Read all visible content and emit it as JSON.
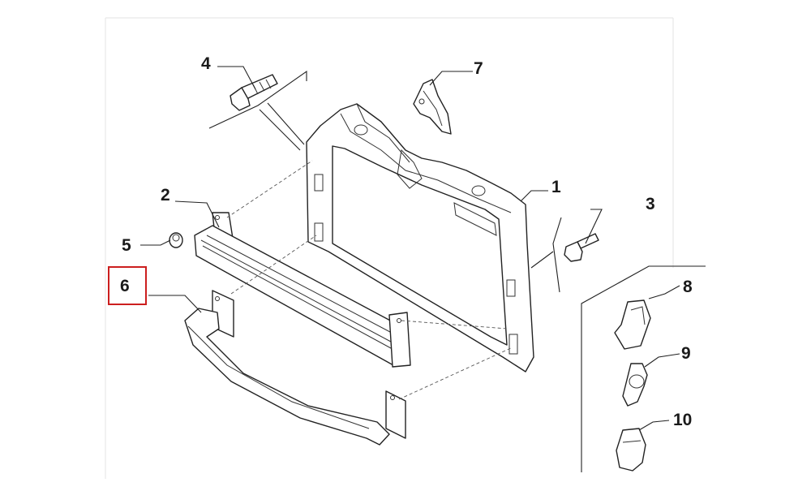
{
  "diagram": {
    "callouts": [
      {
        "id": "1",
        "label": "1"
      },
      {
        "id": "2",
        "label": "2"
      },
      {
        "id": "3",
        "label": "3"
      },
      {
        "id": "4",
        "label": "4"
      },
      {
        "id": "5",
        "label": "5"
      },
      {
        "id": "6",
        "label": "6",
        "highlighted": true
      },
      {
        "id": "7",
        "label": "7"
      },
      {
        "id": "8",
        "label": "8"
      },
      {
        "id": "9",
        "label": "9"
      },
      {
        "id": "10",
        "label": "10"
      }
    ],
    "highlight_color": "#cc1e1e",
    "line_color": "#222222"
  }
}
